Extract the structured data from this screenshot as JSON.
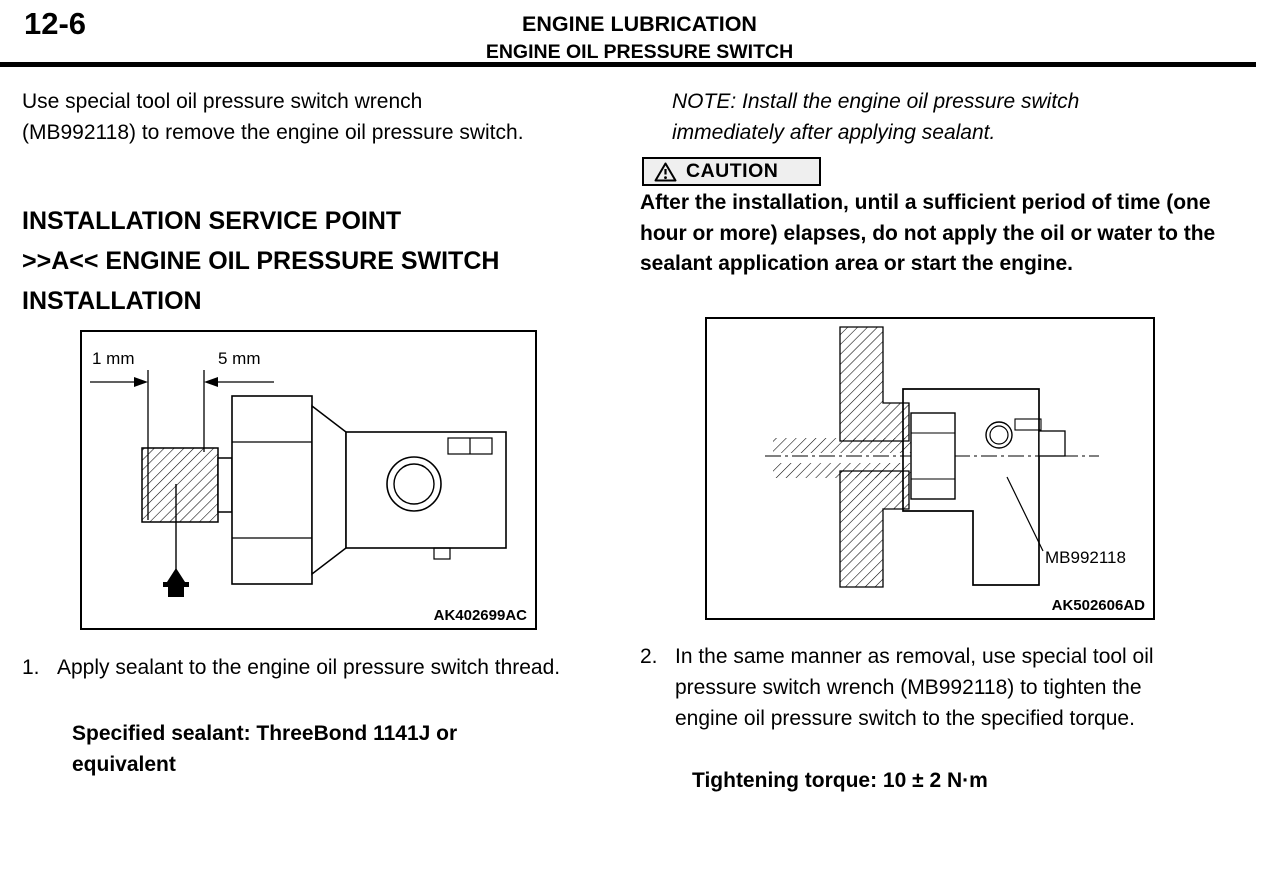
{
  "header": {
    "page_number": "12-6",
    "title_line1": "ENGINE LUBRICATION",
    "title_line2": "ENGINE OIL PRESSURE SWITCH"
  },
  "left_column": {
    "intro": "Use special tool oil pressure switch wrench (MB992118) to remove the engine oil pressure switch.",
    "heading_line1": "INSTALLATION SERVICE POINT",
    "heading_line2": ">>A<< ENGINE OIL PRESSURE SWITCH INSTALLATION",
    "figure1": {
      "dim_label_1": "1 mm",
      "dim_label_2": "5 mm",
      "figure_code": "AK402699AC"
    },
    "step1_number": "1.",
    "step1_text": "Apply sealant to the engine oil pressure switch thread.",
    "sealant_spec": "Specified sealant: ThreeBond 1141J or equivalent"
  },
  "right_column": {
    "note": "NOTE: Install the engine oil pressure switch immediately after applying sealant.",
    "caution_label": "CAUTION",
    "caution_text": "After the installation, until a sufficient period of time (one hour or more) elapses, do not apply the oil or water to the sealant application area or start the engine.",
    "figure2": {
      "tool_label": "MB992118",
      "figure_code": "AK502606AD"
    },
    "step2_number": "2.",
    "step2_text": "In the same manner as removal, use special tool oil pressure switch wrench (MB992118) to tighten the engine oil pressure switch to the specified torque.",
    "torque_spec": "Tightening torque: 10 ± 2 N·m"
  }
}
